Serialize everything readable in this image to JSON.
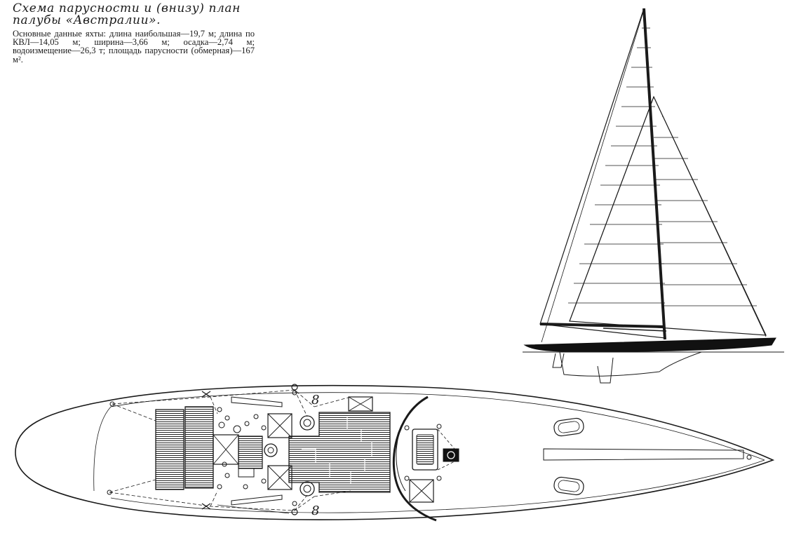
{
  "caption": {
    "title": "Схема парусности и (внизу) план палубы «Австралии».",
    "body": "Основные данные яхты: длина наибольшая—19,7 м; длина по КВЛ—14,05 м; ширина—3,66 м; осадка—2,74 м; водоизмещение—26,3 т; площадь парусности (обмерная)—167 м²."
  },
  "figures": {
    "sail_plan": "sail-plan",
    "deck_plan": "deck-plan"
  }
}
